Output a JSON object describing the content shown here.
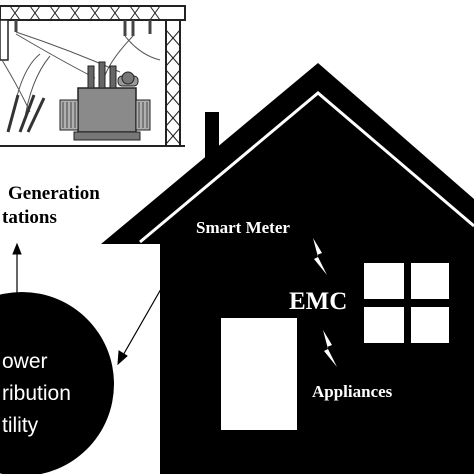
{
  "generation": {
    "line1": "Generation",
    "line2": "tations"
  },
  "house": {
    "smart_meter": "Smart Meter",
    "emc": "EMC",
    "appliances": "Appliances"
  },
  "utility": {
    "line1": "ower",
    "line2": "ribution",
    "line3": "tility"
  },
  "colors": {
    "ink": "#000000",
    "paper": "#ffffff",
    "substation_gray": "#8a8a8a"
  }
}
